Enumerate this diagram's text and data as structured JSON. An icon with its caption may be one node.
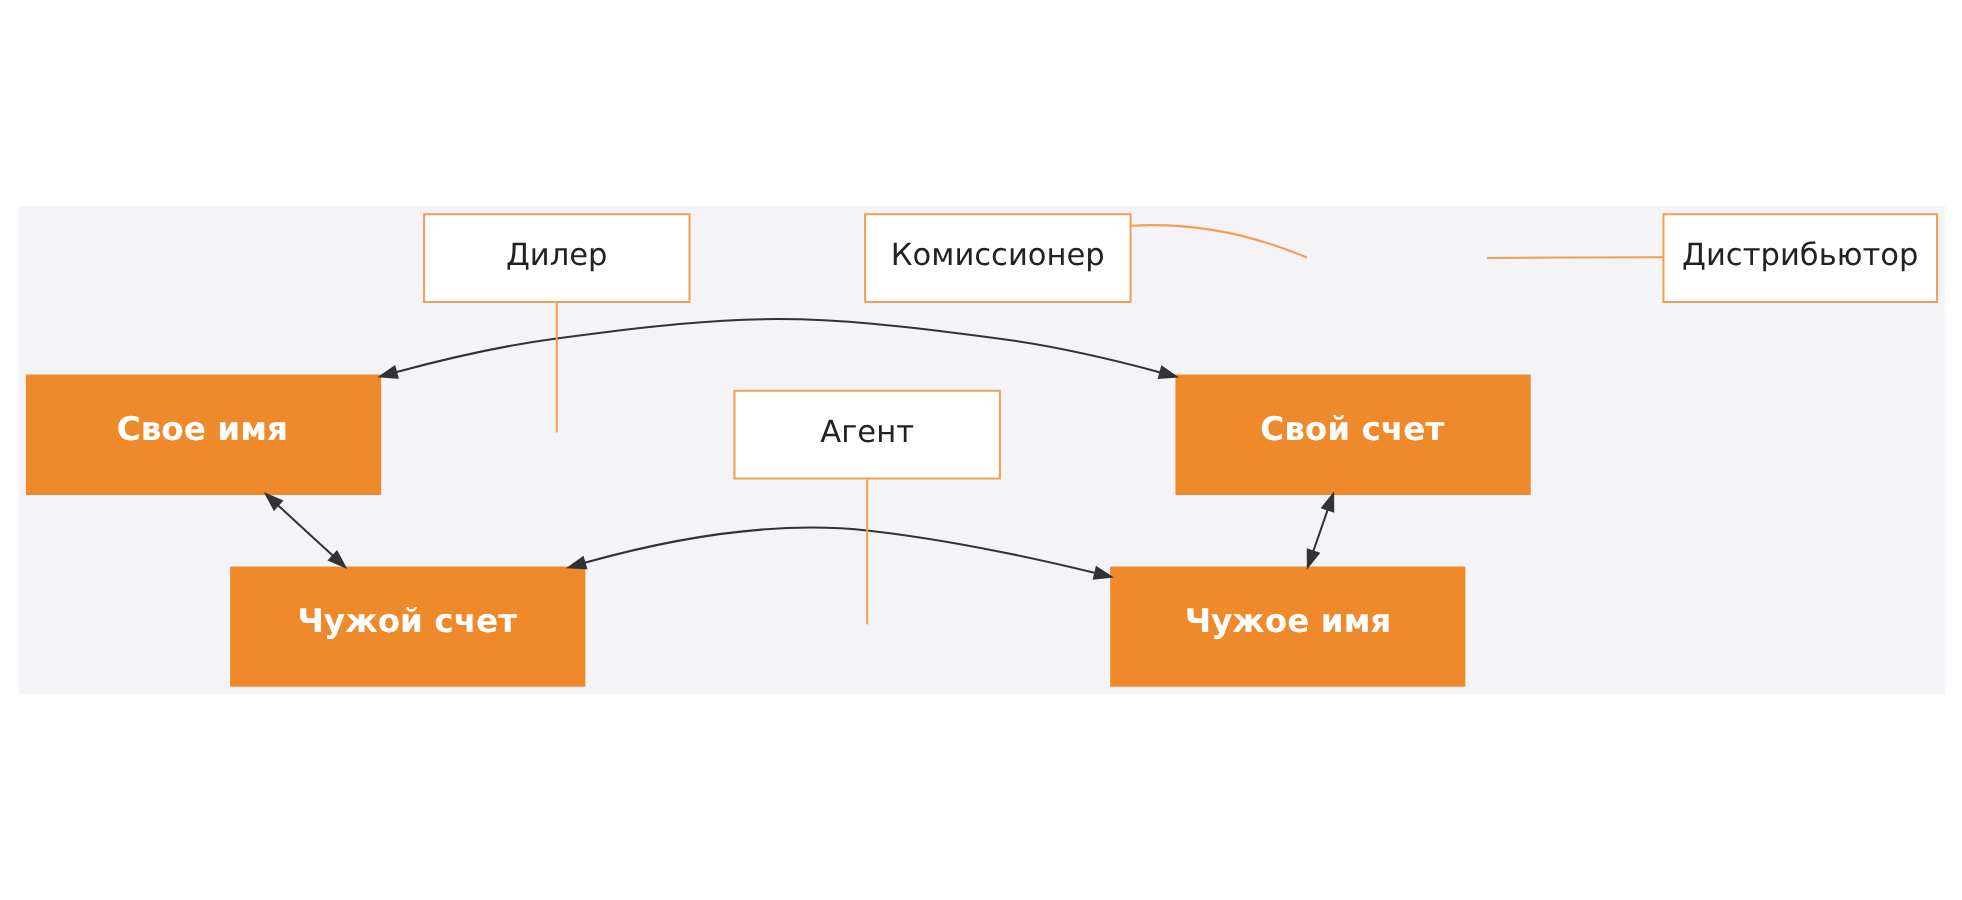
{
  "diagram": {
    "nodes": [
      {
        "text": [
          "Свое имя"
        ]
      },
      {
        "text": [
          "Свой счет"
        ]
      },
      {
        "text": [
          "Чужой счет"
        ]
      },
      {
        "text": [
          "Чужое имя"
        ]
      },
      {
        "text": [
          "Дилер"
        ]
      },
      {
        "text": [
          "Комиссионер"
        ]
      },
      {
        "text": [
          "Дистрибьютор"
        ]
      },
      {
        "text": [
          "Агент"
        ]
      }
    ],
    "edges": [
      {
        "from": 0,
        "to": 1,
        "arrow": "both"
      },
      {
        "from": 0,
        "to": 2,
        "arrow": "both"
      },
      {
        "from": 1,
        "to": 3,
        "arrow": "both"
      },
      {
        "from": 2,
        "to": 3,
        "arrow": "both"
      },
      {
        "from": 4,
        "to": null,
        "arrow": "none",
        "color": "#f0a050"
      },
      {
        "from": 5,
        "to": null,
        "arrow": "none",
        "color": "#f0a050"
      },
      {
        "from": 6,
        "to": null,
        "arrow": "none",
        "color": "#f0a050"
      },
      {
        "from": 7,
        "to": null,
        "arrow": "none",
        "color": "#f0a050"
      }
    ]
  }
}
